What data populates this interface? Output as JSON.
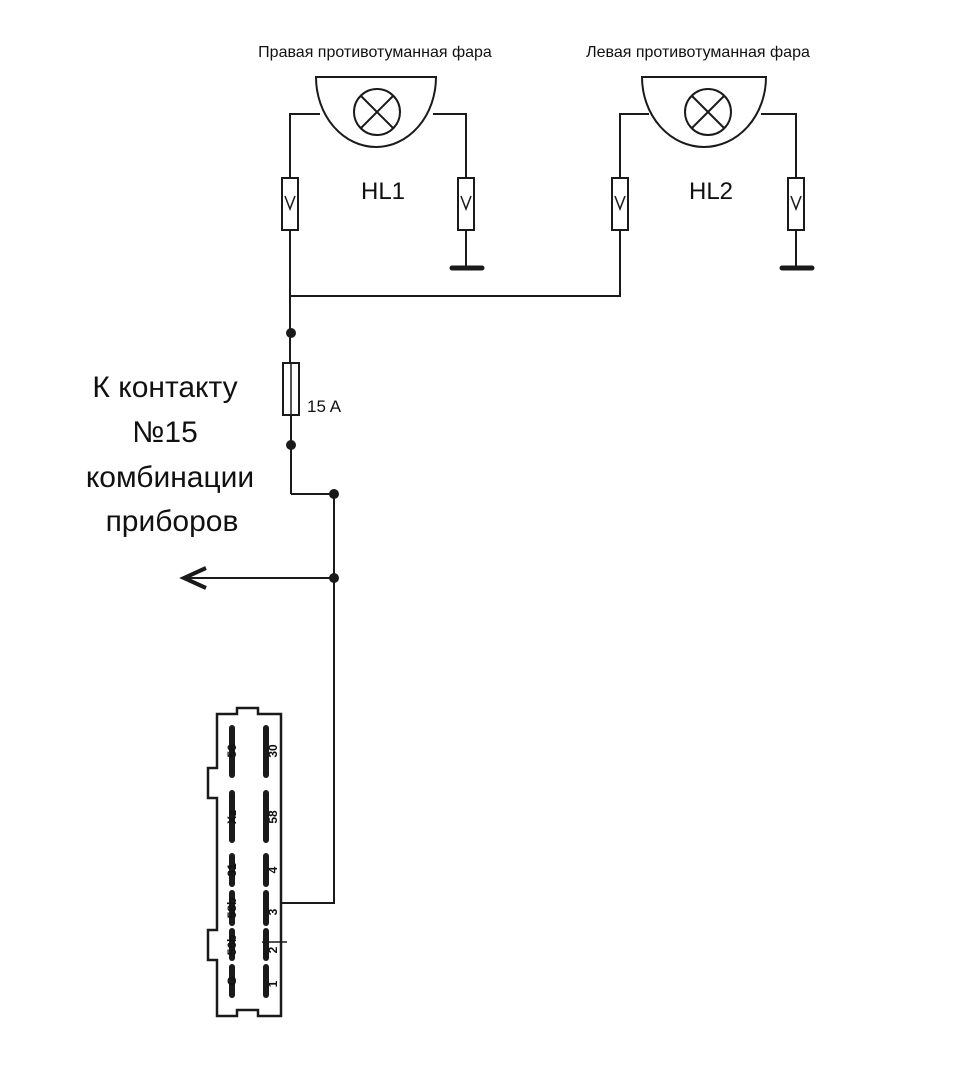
{
  "lamps": [
    {
      "caption": "Правая противотуманная фара",
      "designator": "HL1"
    },
    {
      "caption": "Левая противотуманная фара",
      "designator": "HL2"
    }
  ],
  "fuse": {
    "rating": "15 A"
  },
  "destination": {
    "lines": [
      "К контакту",
      "№15",
      "комбинации",
      "приборов"
    ]
  },
  "connector": {
    "left_pins": [
      "56",
      "Xz",
      "31",
      "58b",
      "56b",
      "G"
    ],
    "right_pins": [
      "30",
      "58",
      "4",
      "3",
      "2",
      "1"
    ]
  }
}
